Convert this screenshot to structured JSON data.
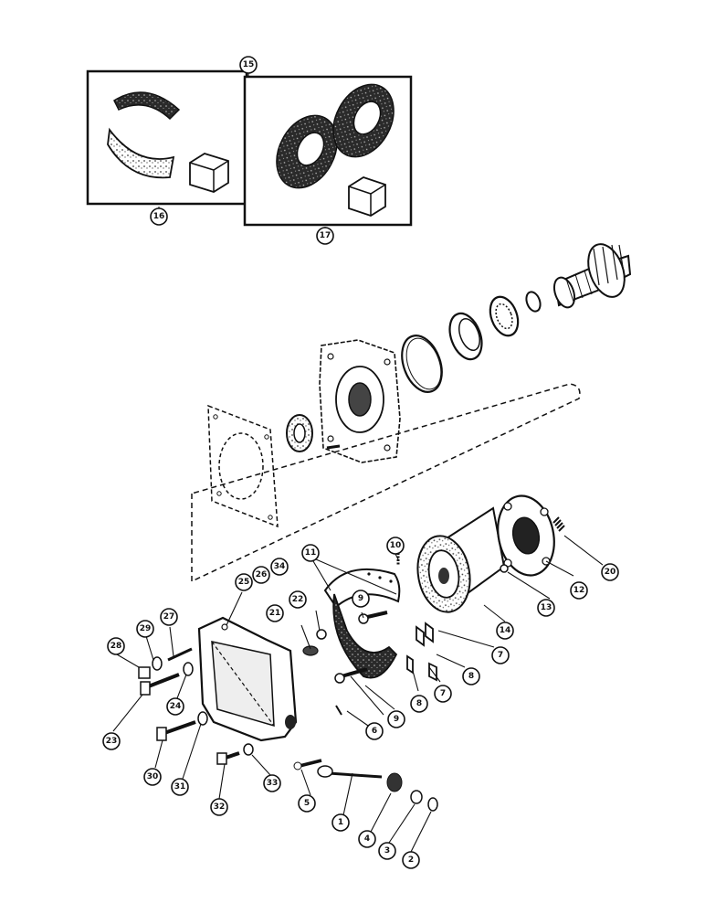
{
  "callouts": {
    "c1": "1",
    "c2": "2",
    "c3": "3",
    "c4": "4",
    "c5": "5",
    "c6": "6",
    "c7a": "7",
    "c7b": "7",
    "c8a": "8",
    "c8b": "8",
    "c9a": "9",
    "c9b": "9",
    "c10": "10",
    "c11": "11",
    "c12": "12",
    "c13": "13",
    "c14": "14",
    "c15": "15",
    "c16": "16",
    "c17": "17",
    "c20": "20",
    "c21": "21",
    "c22": "22",
    "c23": "23",
    "c24": "24",
    "c25": "25",
    "c26": "26",
    "c27": "27",
    "c28": "28",
    "c29": "29",
    "c30": "30",
    "c31": "31",
    "c32": "32",
    "c33": "33",
    "c34": "34"
  },
  "kit_labels": {
    "label_box_16": "",
    "label_box_17": ""
  }
}
